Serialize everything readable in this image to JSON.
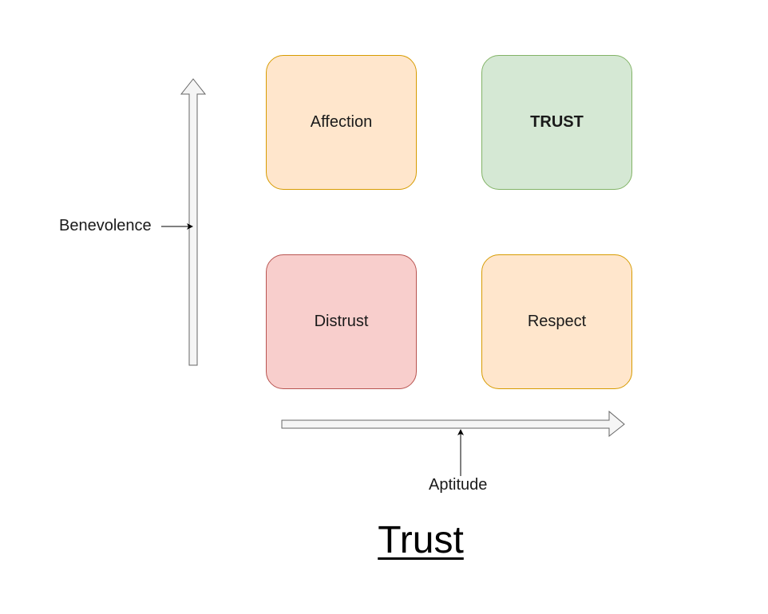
{
  "title": "Trust",
  "axes": {
    "vertical_label": "Benevolence",
    "horizontal_label": "Aptitude"
  },
  "quadrants": [
    {
      "id": "affection",
      "label": "Affection",
      "fill": "#ffe6cc",
      "stroke": "#d79b00"
    },
    {
      "id": "trust",
      "label": "TRUST",
      "fill": "#d5e8d4",
      "stroke": "#82b366"
    },
    {
      "id": "distrust",
      "label": "Distrust",
      "fill": "#f8cecc",
      "stroke": "#b85450"
    },
    {
      "id": "respect",
      "label": "Respect",
      "fill": "#ffe6cc",
      "stroke": "#d79b00"
    }
  ],
  "colors": {
    "arrow_fill": "#f5f5f5",
    "arrow_stroke": "#666666",
    "connector": "#000000"
  }
}
